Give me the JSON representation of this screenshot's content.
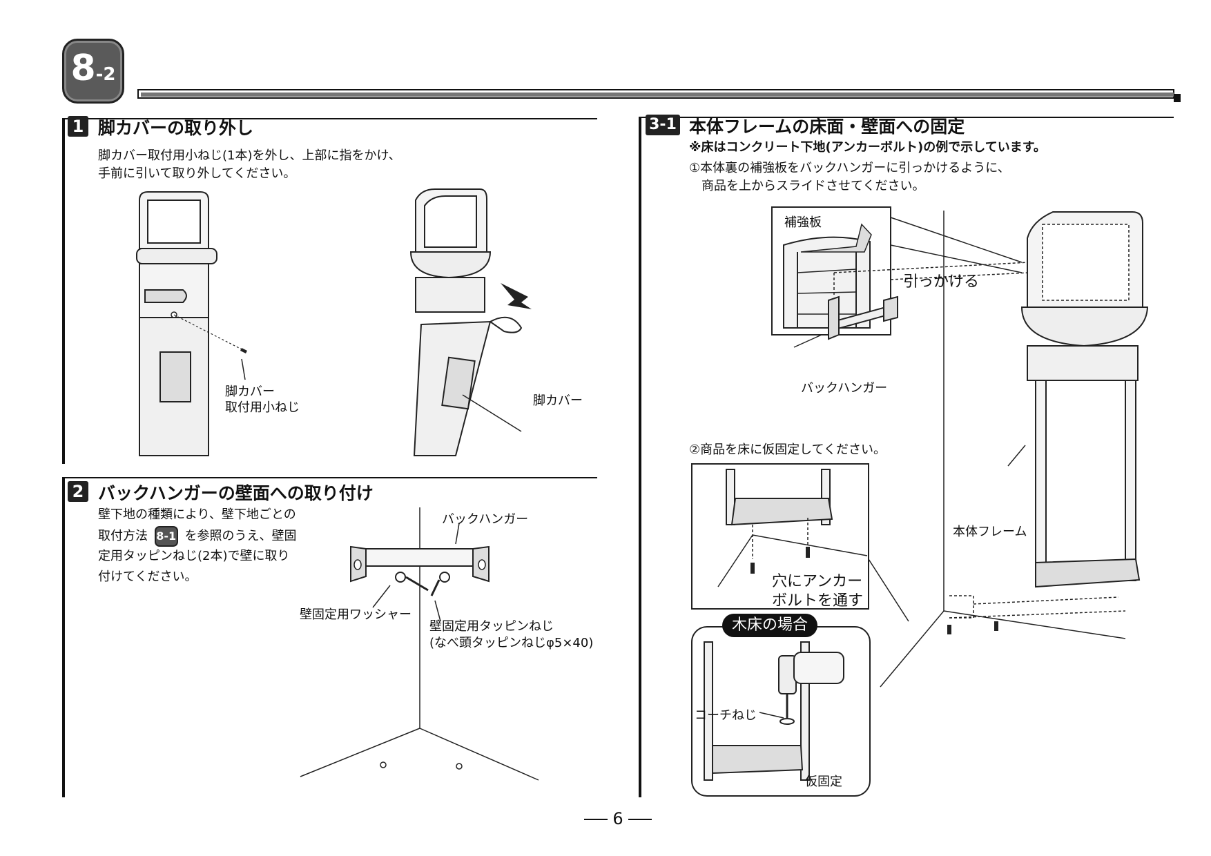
{
  "header": {
    "badge_main": "8",
    "badge_sub": "-2"
  },
  "section1": {
    "number": "1",
    "title": "脚カバーの取り外し",
    "body_line1": "脚カバー取付用小ねじ(1本)を外し、上部に指をかけ、",
    "body_line2": "手前に引いて取り外してください。",
    "label_screw_line1": "脚カバー",
    "label_screw_line2": "取付用小ねじ",
    "label_cover": "脚カバー"
  },
  "section2": {
    "number": "2",
    "title": "バックハンガーの壁面への取り付け",
    "body_line1": "壁下地の種類により、壁下地ごとの",
    "body_line2_pre": "取付方法",
    "body_ref": "8-1",
    "body_line2_post": "を参照のうえ、壁固",
    "body_line3": "定用タッピンねじ(2本)で壁に取り",
    "body_line4": "付けてください。",
    "label_hanger": "バックハンガー",
    "label_washer": "壁固定用ワッシャー",
    "label_screw_line1": "壁固定用タッピンねじ",
    "label_screw_line2": "(なべ頭タッピンねじφ5×40)"
  },
  "section31": {
    "number": "3-1",
    "title": "本体フレームの床面・壁面への固定",
    "note": "※床はコンクリート下地(アンカーボルト)の例で示しています。",
    "step1_line1": "①本体裏の補強板をバックハンガーに引っかけるように、",
    "step1_line2": "商品を上からスライドさせてください。",
    "label_plate": "補強板",
    "label_hook": "引っかける",
    "label_hanger": "バックハンガー",
    "label_frame": "本体フレーム",
    "step2": "②商品を床に仮固定してください。",
    "label_anchor_line1": "穴にアンカー",
    "label_anchor_line2": "ボルトを通す",
    "wood_floor": "木床の場合",
    "label_coach": "コーチねじ",
    "label_temp": "仮固定"
  },
  "footer": {
    "page_number": "6"
  }
}
